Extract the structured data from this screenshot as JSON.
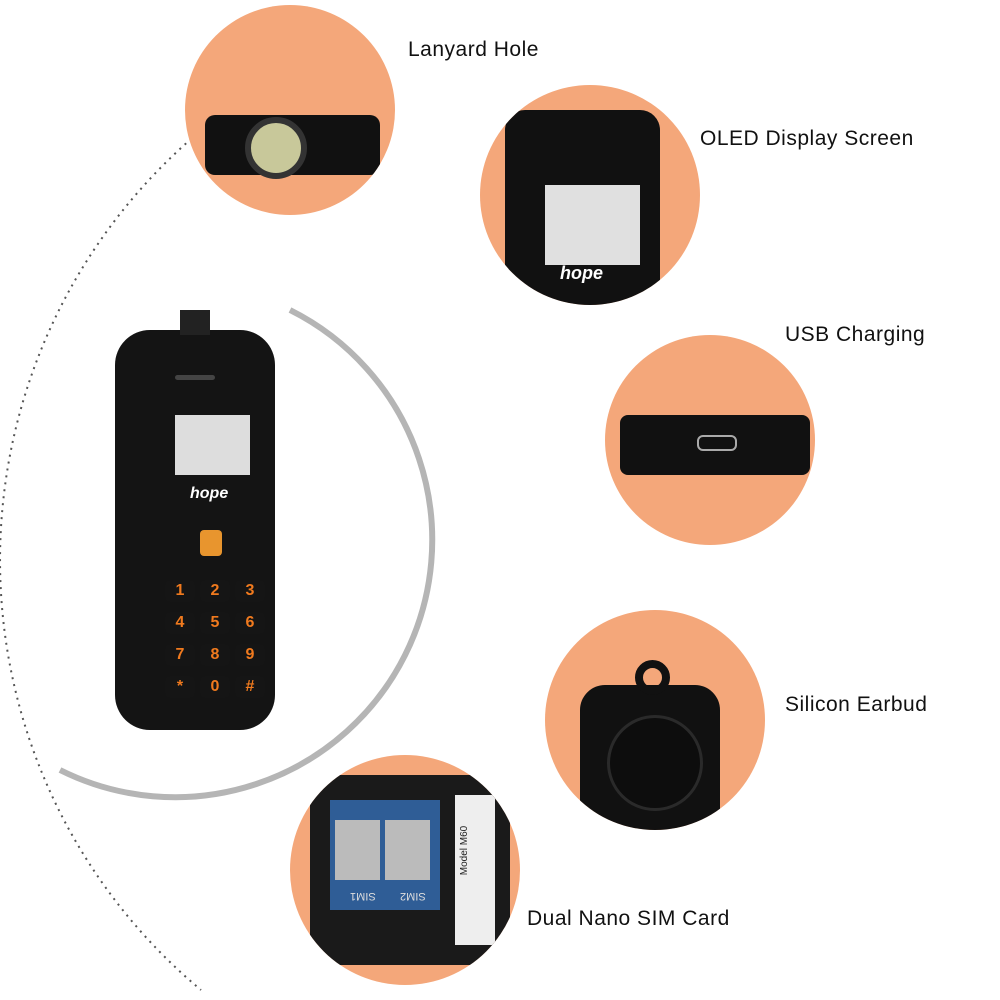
{
  "features": [
    {
      "label": "Lanyard Hole"
    },
    {
      "label": "OLED Display Screen"
    },
    {
      "label": "USB Charging"
    },
    {
      "label": "Silicon Earbud"
    },
    {
      "label": "Dual Nano SIM Card"
    }
  ],
  "phone": {
    "brand": "hope",
    "keys": [
      "1",
      "2",
      "3",
      "4",
      "5",
      "6",
      "7",
      "8",
      "9",
      "*",
      "0",
      "#"
    ]
  },
  "sim_tray": {
    "sim1": "SIM1",
    "sim2": "SIM2",
    "model": "Model M60"
  },
  "colors": {
    "accent_circle": "#f4a77a",
    "key_text": "#f07a1e",
    "phone_body": "#111111"
  }
}
